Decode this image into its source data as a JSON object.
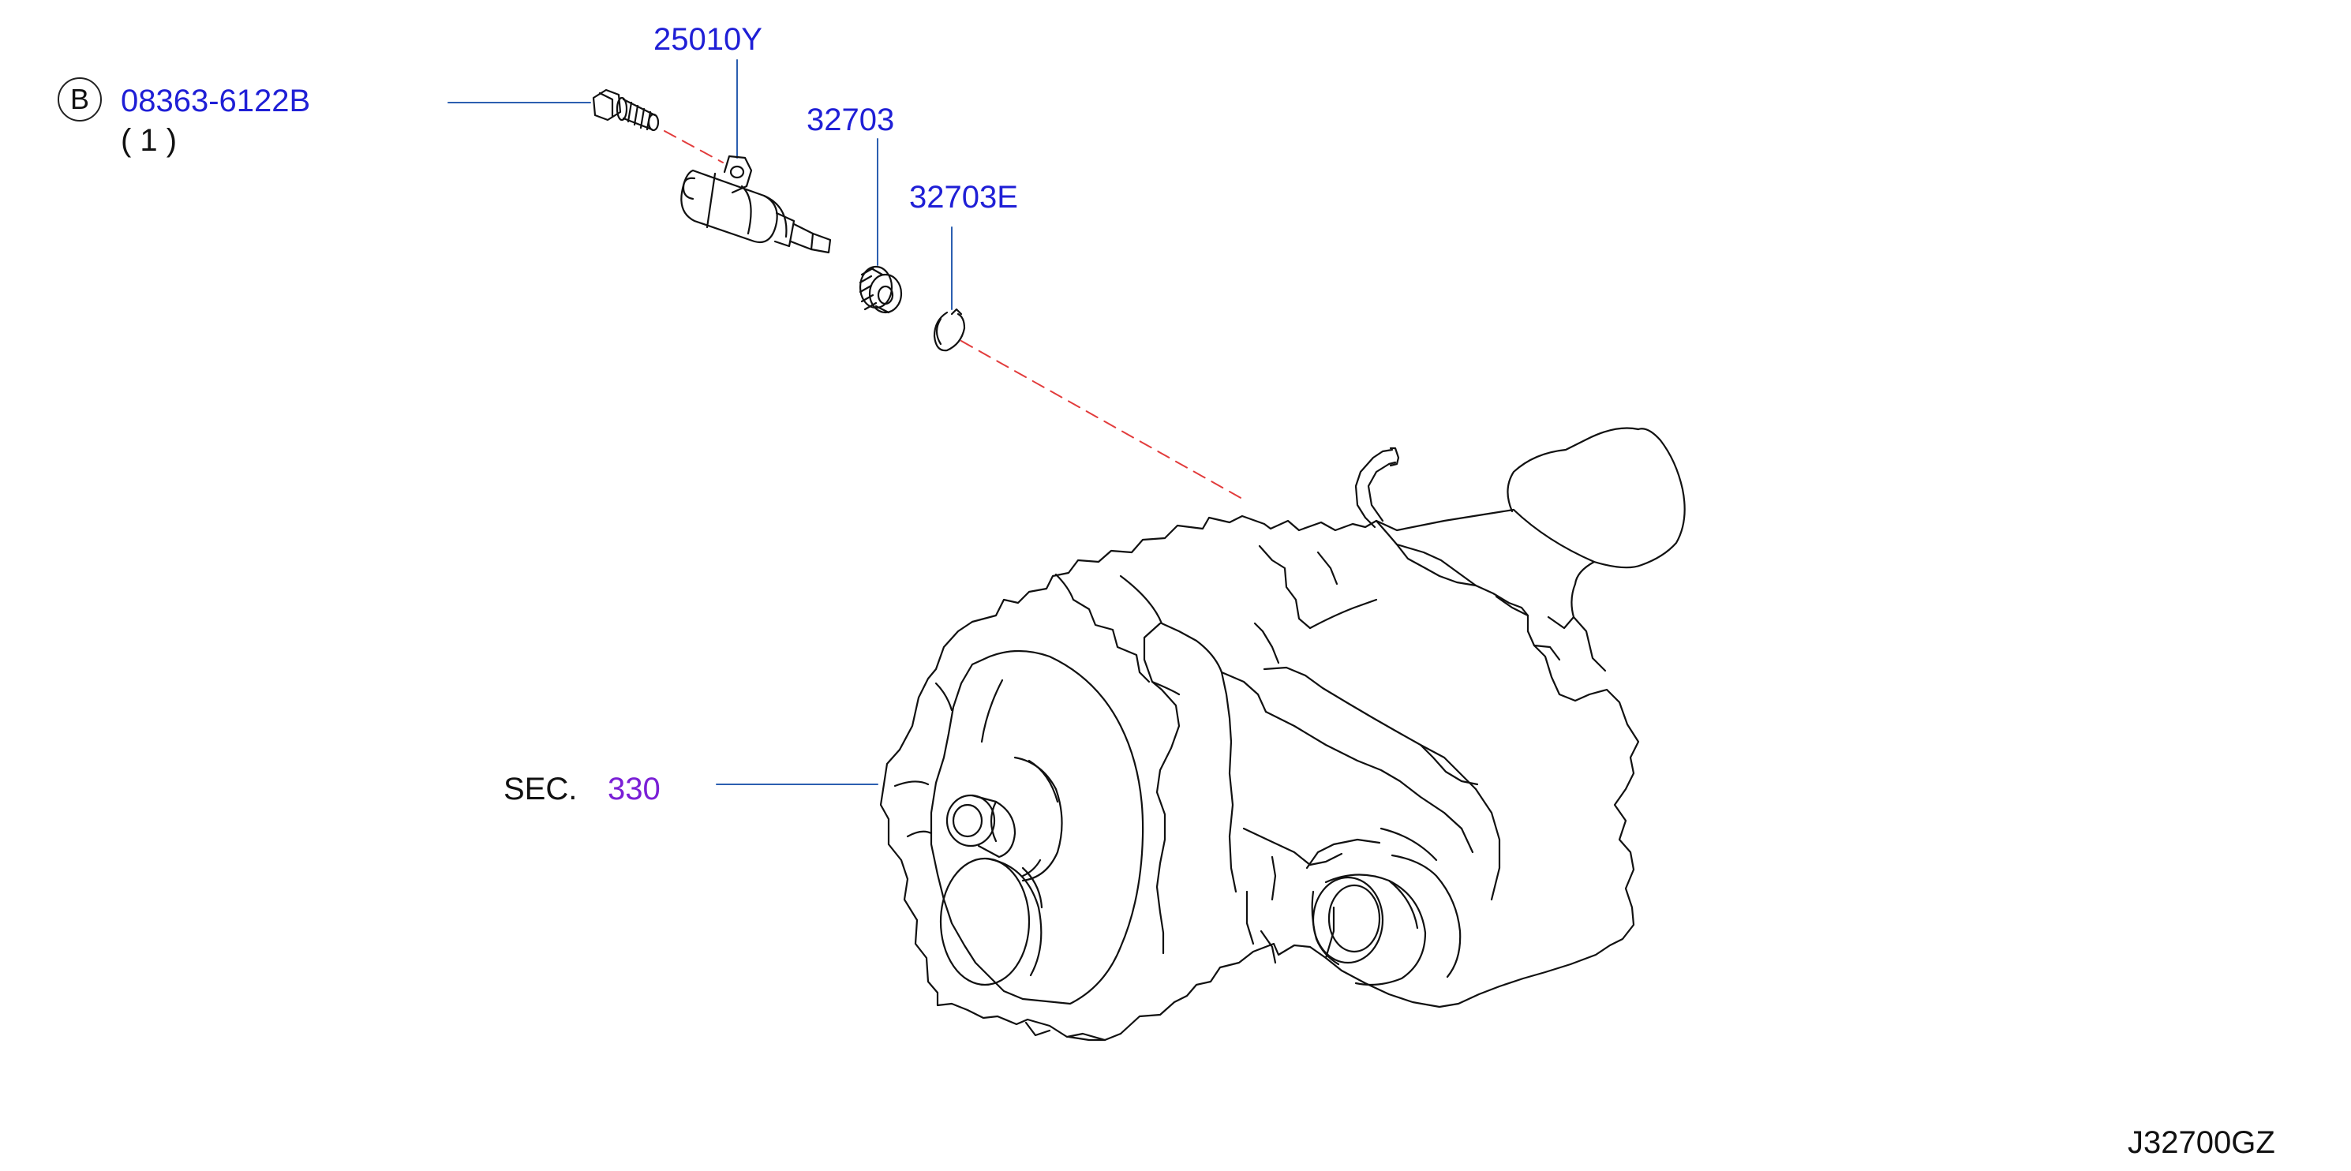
{
  "callouts": {
    "bolt_marker": "B",
    "bolt_part": "08363-6122B",
    "bolt_qty": "(   1   )",
    "sensor_part": "25010Y",
    "gear_part": "32703",
    "snap_ring_part": "32703E",
    "section_prefix": "SEC.",
    "section_number": "330",
    "diagram_code": "J32700GZ"
  },
  "colors": {
    "callout_text": "#1f1fd6",
    "section_number": "#7a1fd6",
    "leader_line": "#2c5fb0",
    "centerline": "#e23c3c",
    "drawing": "#111111"
  }
}
